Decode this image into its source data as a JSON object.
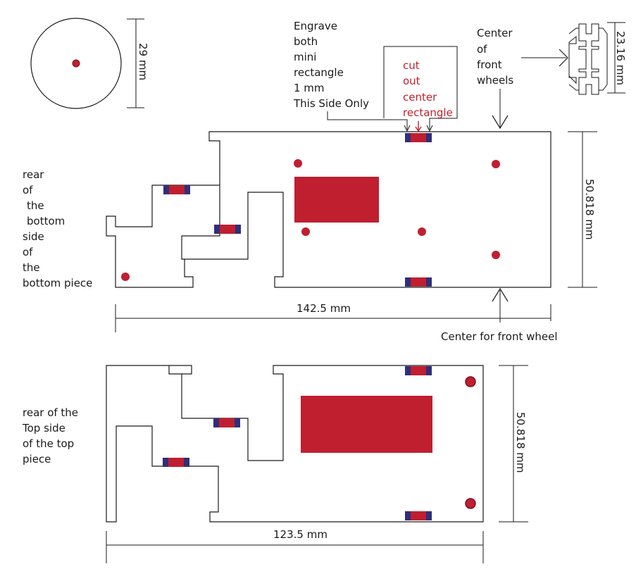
{
  "colors": {
    "line": "#1a1a1a",
    "cut_red": "#c01f30",
    "engrave_blue": "#2f2f7a",
    "circle_red_outline": "#c01f30"
  },
  "wheel_circle": {
    "dimension_label": "29 mm"
  },
  "axle_part": {
    "dimension_label": "23.16 mm",
    "pointer_label": [
      "Center",
      "of",
      "front",
      "wheels"
    ]
  },
  "engrave_note": {
    "lines": [
      "Engrave",
      "both",
      "mini",
      "rectangle",
      "1 mm",
      "This Side Only"
    ]
  },
  "cut_note": {
    "lines": [
      "cut",
      "out",
      "center",
      "rectangle"
    ]
  },
  "bottom_piece": {
    "side_label": [
      "rear",
      "of",
      "the",
      "bottom",
      "side",
      "of",
      "the",
      "bottom piece"
    ],
    "length_label": "142.5 mm",
    "width_label": "50.818 mm",
    "front_wheel_label": "Center for front wheel"
  },
  "top_piece": {
    "side_label": [
      "rear of the",
      "Top side",
      "of the top",
      "piece"
    ],
    "length_label": "123.5 mm",
    "width_label": "50.818 mm"
  }
}
